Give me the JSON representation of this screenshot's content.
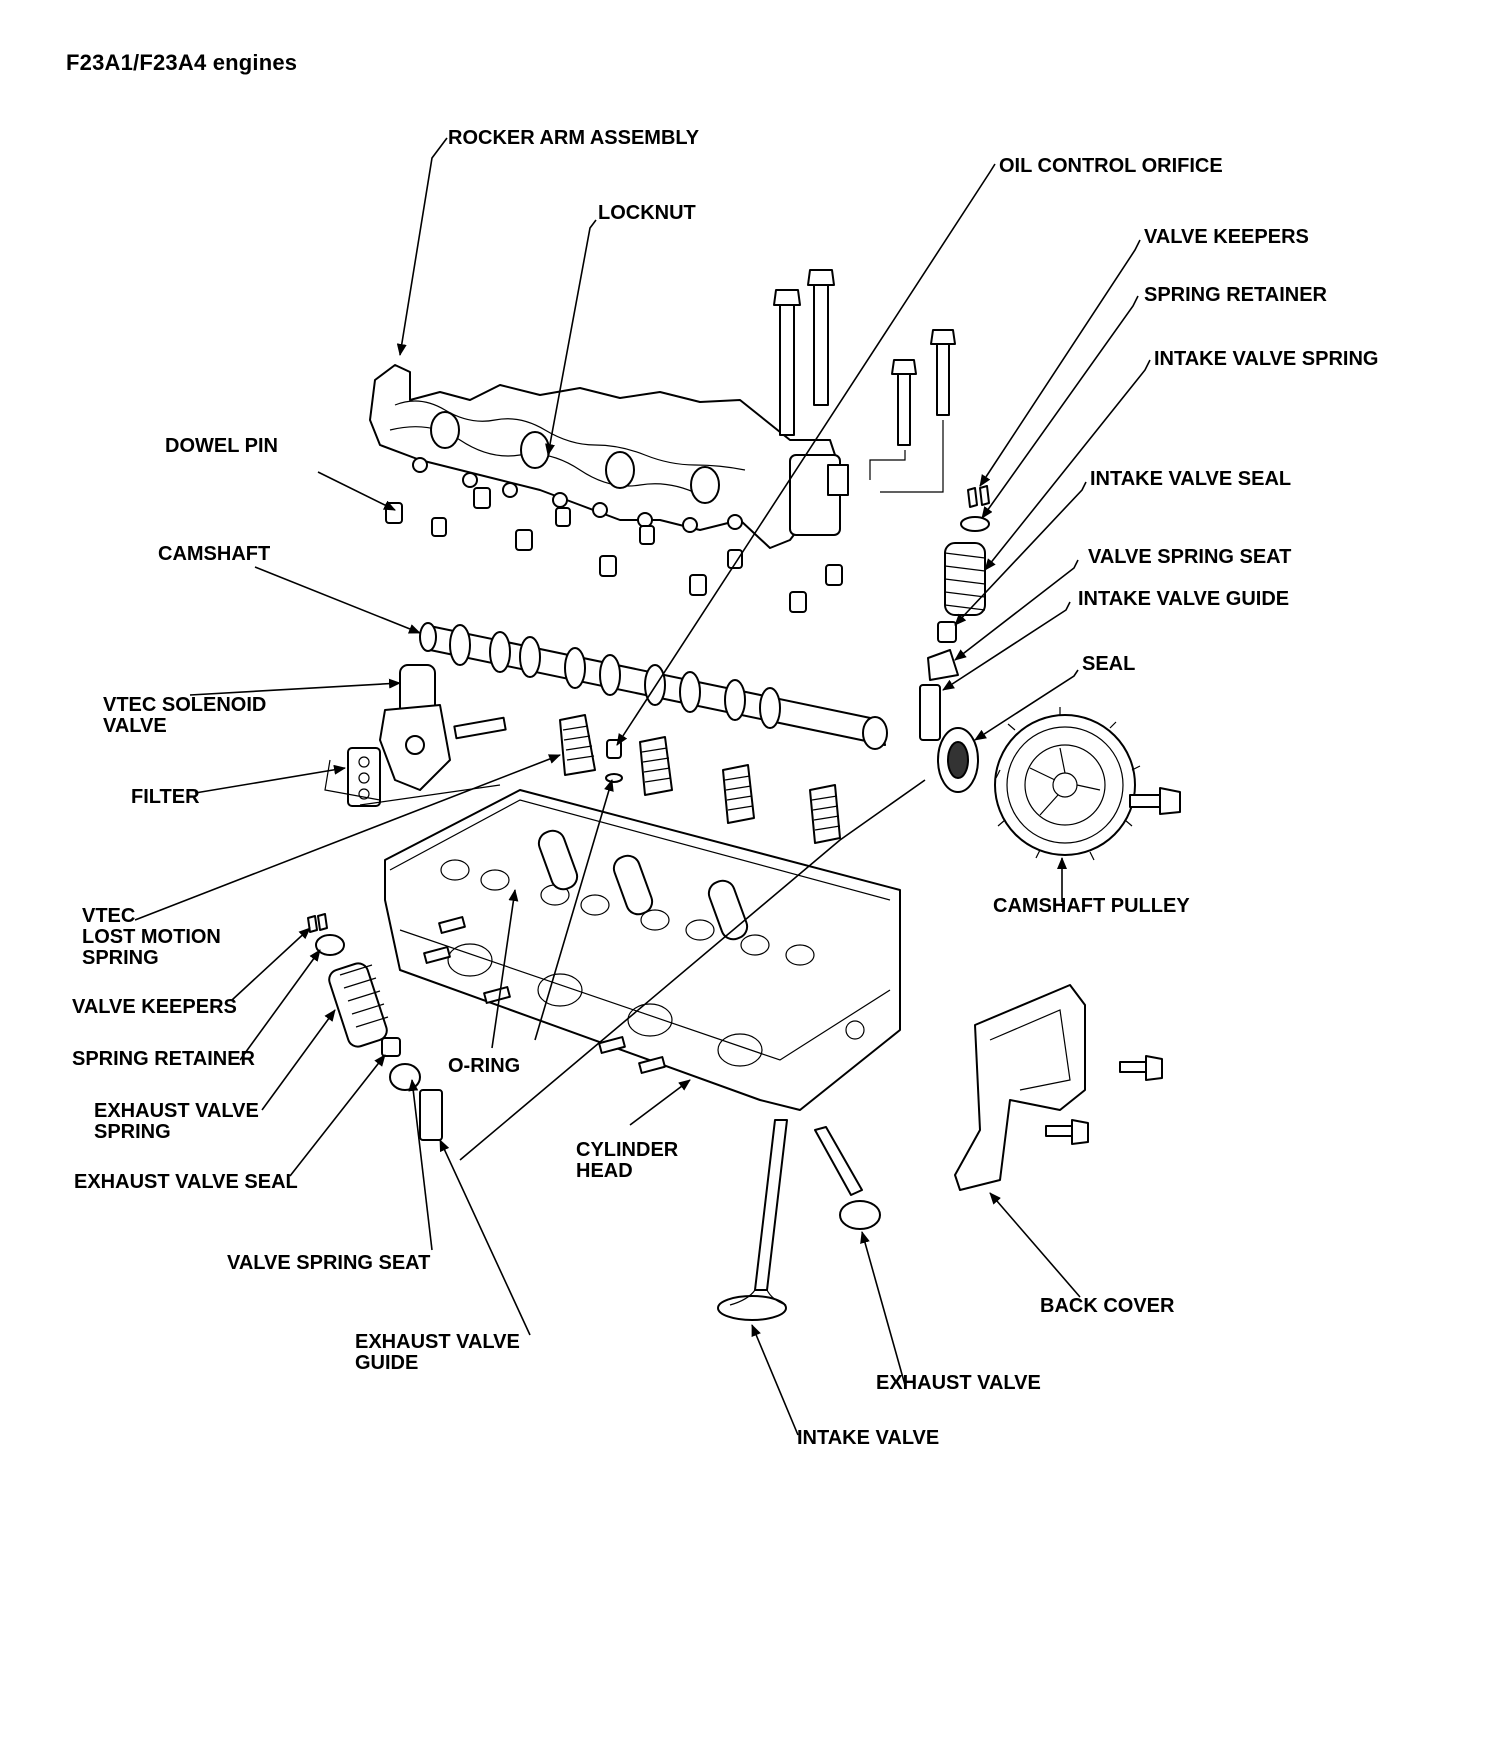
{
  "title": "F23A1/F23A4 engines",
  "labels": {
    "rocker_arm_assembly": "ROCKER ARM ASSEMBLY",
    "locknut": "LOCKNUT",
    "oil_control_orifice": "OIL CONTROL ORIFICE",
    "valve_keepers_top": "VALVE KEEPERS",
    "spring_retainer_top": "SPRING RETAINER",
    "intake_valve_spring": "INTAKE VALVE SPRING",
    "dowel_pin": "DOWEL PIN",
    "intake_valve_seal": "INTAKE VALVE SEAL",
    "camshaft": "CAMSHAFT",
    "valve_spring_seat_top": "VALVE SPRING SEAT",
    "intake_valve_guide": "INTAKE VALVE GUIDE",
    "seal": "SEAL",
    "vtec_solenoid_valve": "VTEC SOLENOID\nVALVE",
    "filter": "FILTER",
    "vtec_lost_motion_spring": "VTEC\nLOST MOTION\nSPRING",
    "camshaft_pulley": "CAMSHAFT PULLEY",
    "valve_keepers_bottom": "VALVE KEEPERS",
    "spring_retainer_bottom": "SPRING RETAINER",
    "o_ring": "O-RING",
    "exhaust_valve_spring": "EXHAUST VALVE\nSPRING",
    "cylinder_head": "CYLINDER\nHEAD",
    "exhaust_valve_seal": "EXHAUST VALVE SEAL",
    "valve_spring_seat_bottom": "VALVE SPRING SEAT",
    "back_cover": "BACK COVER",
    "exhaust_valve_guide": "EXHAUST VALVE\nGUIDE",
    "exhaust_valve": "EXHAUST VALVE",
    "intake_valve": "INTAKE VALVE"
  }
}
